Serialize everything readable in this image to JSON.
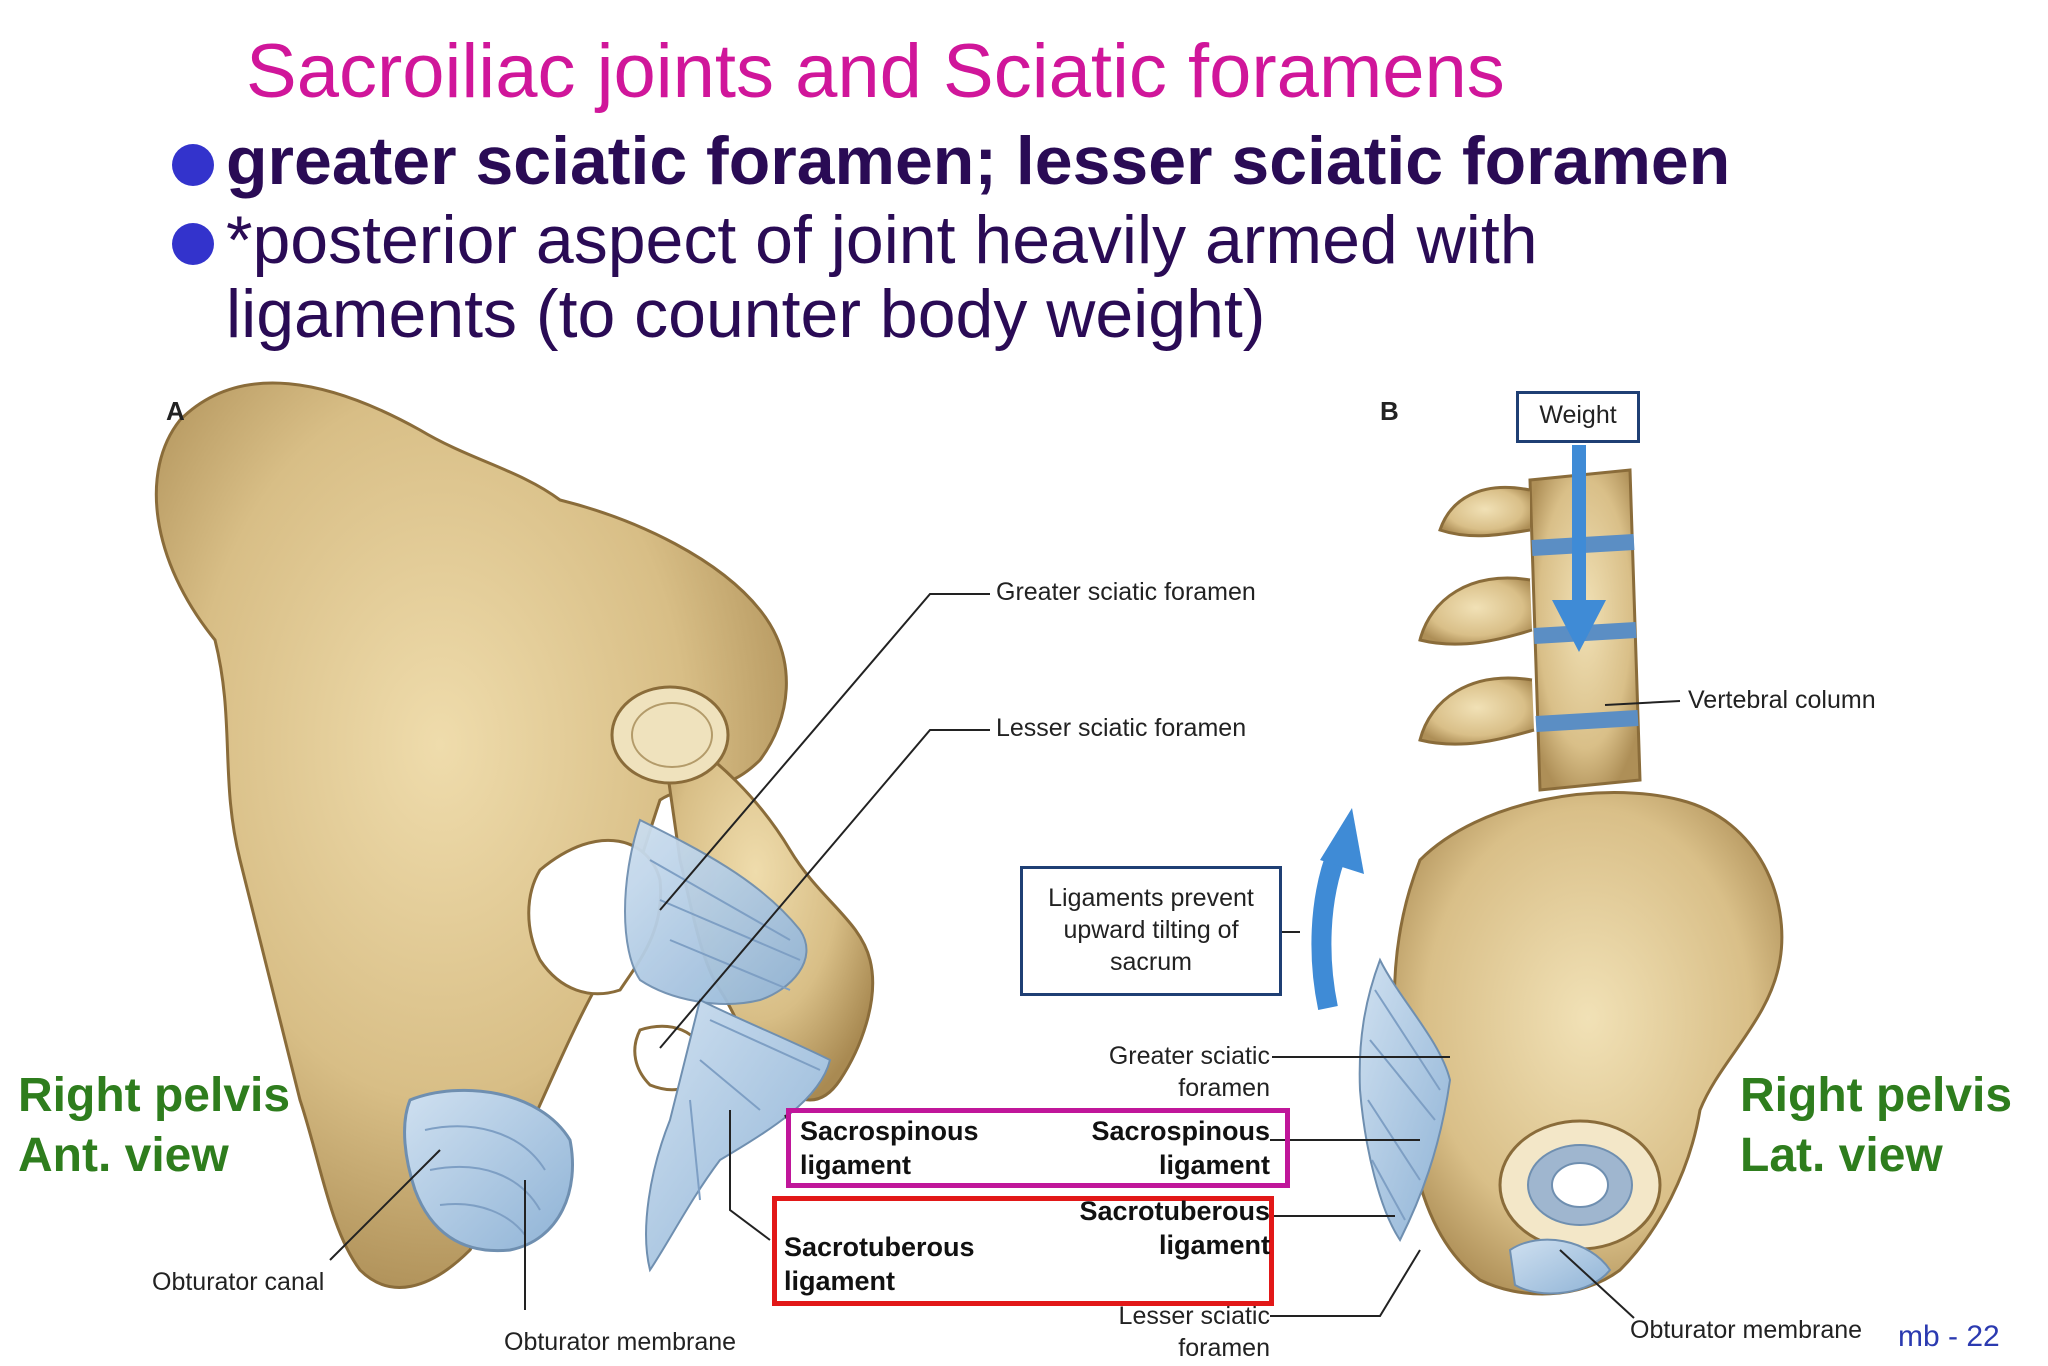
{
  "slide": {
    "title": "Sacroiliac joints and Sciatic foramens",
    "bullets": [
      "greater sciatic foramen; lesser sciatic foramen",
      "*posterior aspect of joint heavily armed with",
      "ligaments (to counter body weight)"
    ],
    "footer": "mb - 22"
  },
  "figure": {
    "panel_a_letter": "A",
    "panel_b_letter": "B",
    "left_side_label": [
      "Right pelvis",
      "Ant. view"
    ],
    "right_side_label": [
      "Right pelvis",
      "Lat. view"
    ],
    "labels_a": {
      "greater_sciatic_foramen": "Greater sciatic foramen",
      "lesser_sciatic_foramen": "Lesser sciatic foramen",
      "obturator_canal": "Obturator canal",
      "obturator_membrane": "Obturator membrane",
      "sacrospinous": [
        "Sacrospinous",
        "ligament"
      ],
      "sacrotuberous": [
        "Sacrotuberous",
        "ligament"
      ]
    },
    "labels_b": {
      "weight": "Weight",
      "vertebral_column": "Vertebral column",
      "ligaments_prevent": [
        "Ligaments prevent",
        "upward tilting of",
        "sacrum"
      ],
      "greater_sciatic_foramen": [
        "Greater sciatic",
        "foramen"
      ],
      "sacrospinous": [
        "Sacrospinous",
        "ligament"
      ],
      "sacrotuberous": [
        "Sacrotuberous",
        "ligament"
      ],
      "lesser_sciatic_foramen": [
        "Lesser sciatic",
        "foramen"
      ],
      "obturator_membrane": "Obturator membrane"
    },
    "colors": {
      "title": "#d0169a",
      "bullet_text": "#2a0b55",
      "bullet_dot": "#3333cc",
      "side_label": "#2e7d1d",
      "bone": "#d8be86",
      "ligament": "#a9c8e4",
      "arrow": "#3f8bd6",
      "highlight_sacrospinous": "#c0169a",
      "highlight_sacrotuberous": "#e21818",
      "callout_box": "#1f3f74"
    }
  }
}
